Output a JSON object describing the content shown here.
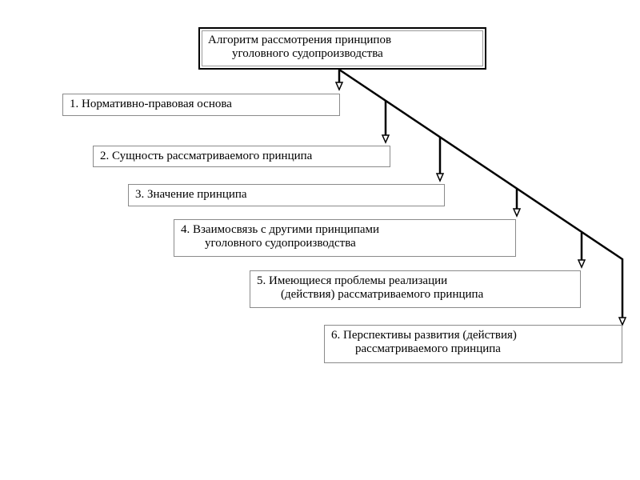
{
  "title": {
    "line1": "Алгоритм рассмотрения принципов",
    "line2": "уголовного судопроизводства"
  },
  "steps": [
    {
      "line1": "1. Нормативно-правовая основа"
    },
    {
      "line1": "2. Сущность рассматриваемого принципа"
    },
    {
      "line1": "3. Значение принципа"
    },
    {
      "line1": "4. Взаимосвязь с другими принципами",
      "line2": "уголовного судопроизводства"
    },
    {
      "line1": "5. Имеющиеся проблемы реализации",
      "line2": "(действия) рассматриваемого принципа"
    },
    {
      "line1": "6. Перспективы развития (действия)",
      "line2": "рассматриваемого принципа"
    }
  ],
  "colors": {
    "line": "#000000",
    "box_border": "#8a8a8a",
    "background": "#ffffff"
  }
}
